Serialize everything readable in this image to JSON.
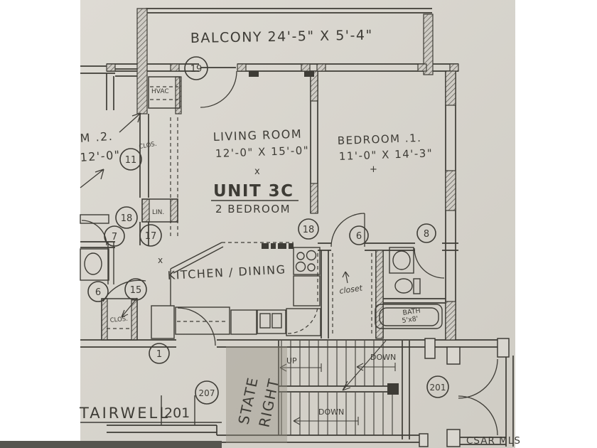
{
  "plan": {
    "balcony_label": "BALCONY 24'-5\" X 5'-4\"",
    "living_room_name": "LIVING ROOM",
    "living_room_dims": "12'-0\" X 15'-0\"",
    "unit_title": "UNIT 3C",
    "unit_subtitle": "2 BEDROOM",
    "bedroom1_name": "BEDROOM .1.",
    "bedroom1_dims": "11'-0\" X 14'-3\"",
    "bedroom2_name_partial": "M .2.",
    "bedroom2_dims_partial": "12'-0\"",
    "kitchen_name": "KITCHEN / DINING",
    "hvac_label": "HVAC",
    "linen_label": "LIN.",
    "closet_upper_label": "CLOS.",
    "closet_lower_label": "CLOS.",
    "closet_center_label": "closet",
    "bath_label_line1": "BATH",
    "bath_label_line2": "5'x8'",
    "stairwell_label": "TAIRWELL",
    "stairwell_number": "201",
    "stairs_up": "UP",
    "stairs_down_upper": "DOWN",
    "stairs_down_lower": "DOWN",
    "note_line1": "STATE",
    "note_line2": "RIGHT",
    "mark_x_living": "x",
    "mark_plus_bedroom": "+",
    "mark_x_hall": "x",
    "watermark": "CSAR MLS",
    "markers": {
      "m19": "19",
      "m11": "11",
      "m18a": "18",
      "m7": "7",
      "m17": "17",
      "m6a": "6",
      "m15": "15",
      "m1": "1",
      "m18b": "18",
      "m6b": "6",
      "m8": "8",
      "m207": "207",
      "m201": "201"
    },
    "colors": {
      "paper": "#d9d6cf",
      "ink": "#3e3c36",
      "watermark": "#908f8a",
      "highlight": "rgba(145,140,128,0.40)",
      "photo_edge": "#56554f"
    }
  }
}
